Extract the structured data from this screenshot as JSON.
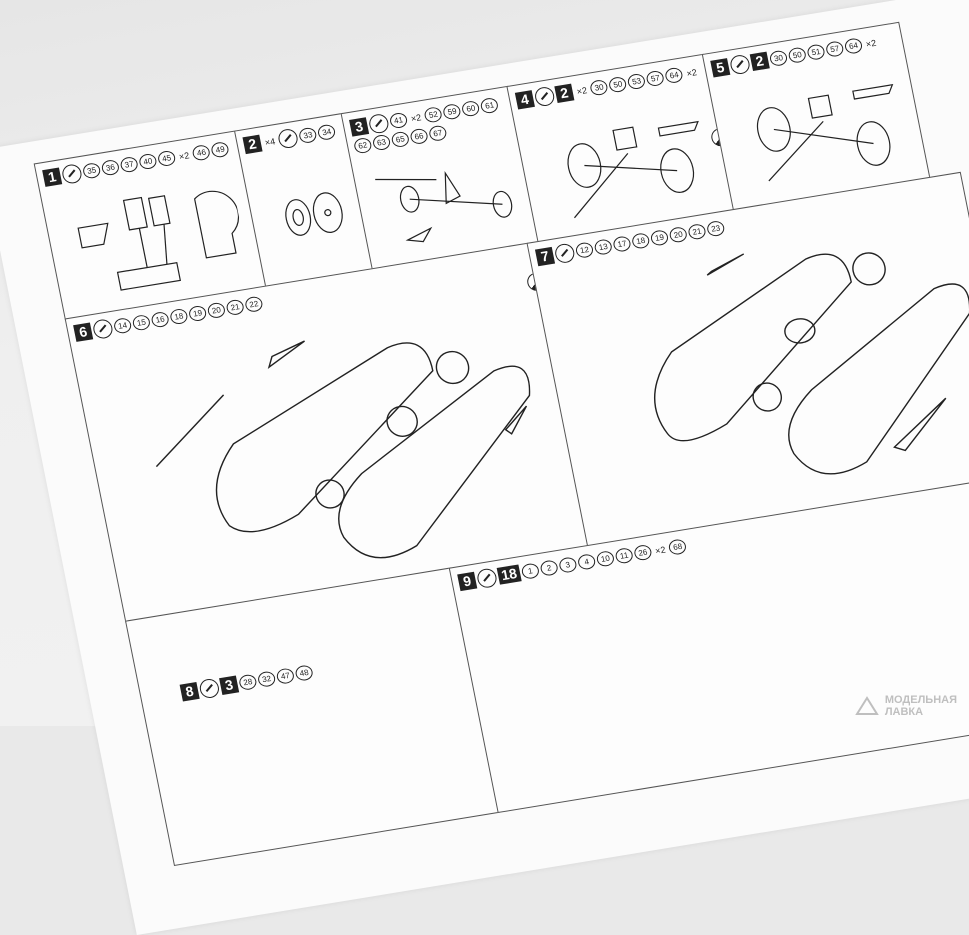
{
  "steps": [
    {
      "no": "1",
      "parts": [
        "35",
        "36",
        "37",
        "40",
        "45",
        "46",
        "49"
      ],
      "mult": {
        "45": "×2"
      }
    },
    {
      "no": "2",
      "step_mult": "×4",
      "parts": [
        "33",
        "34"
      ]
    },
    {
      "no": "3",
      "parts": [
        "41",
        "52",
        "59",
        "60",
        "61",
        "62",
        "63",
        "65",
        "66",
        "67"
      ],
      "mult": {
        "41": "×2"
      }
    },
    {
      "no": "4",
      "sub": "2",
      "sub_mult": "×2",
      "parts": [
        "30",
        "50",
        "53",
        "57",
        "64"
      ],
      "mult": {
        "64": "×2"
      }
    },
    {
      "no": "5",
      "sub": "2",
      "parts": [
        "30",
        "50",
        "51",
        "57",
        "64"
      ],
      "mult": {
        "64": "×2"
      }
    },
    {
      "no": "6",
      "parts": [
        "14",
        "15",
        "16",
        "18",
        "19",
        "20",
        "21",
        "22"
      ]
    },
    {
      "no": "7",
      "parts": [
        "12",
        "13",
        "17",
        "18",
        "19",
        "20",
        "21",
        "23"
      ]
    },
    {
      "no": "8",
      "sub": "3",
      "parts": [
        "28",
        "32",
        "47",
        "48"
      ]
    },
    {
      "no": "9",
      "sub": "18",
      "parts": [
        "1",
        "2",
        "3",
        "4",
        "10",
        "11",
        "26",
        "68"
      ],
      "mult": {
        "26": "×2"
      }
    }
  ],
  "labels": {
    "x2": "×2",
    "x4": "×4"
  },
  "watermark": {
    "line1": "МОДЕЛЬНАЯ",
    "line2": "ЛАВКА"
  }
}
